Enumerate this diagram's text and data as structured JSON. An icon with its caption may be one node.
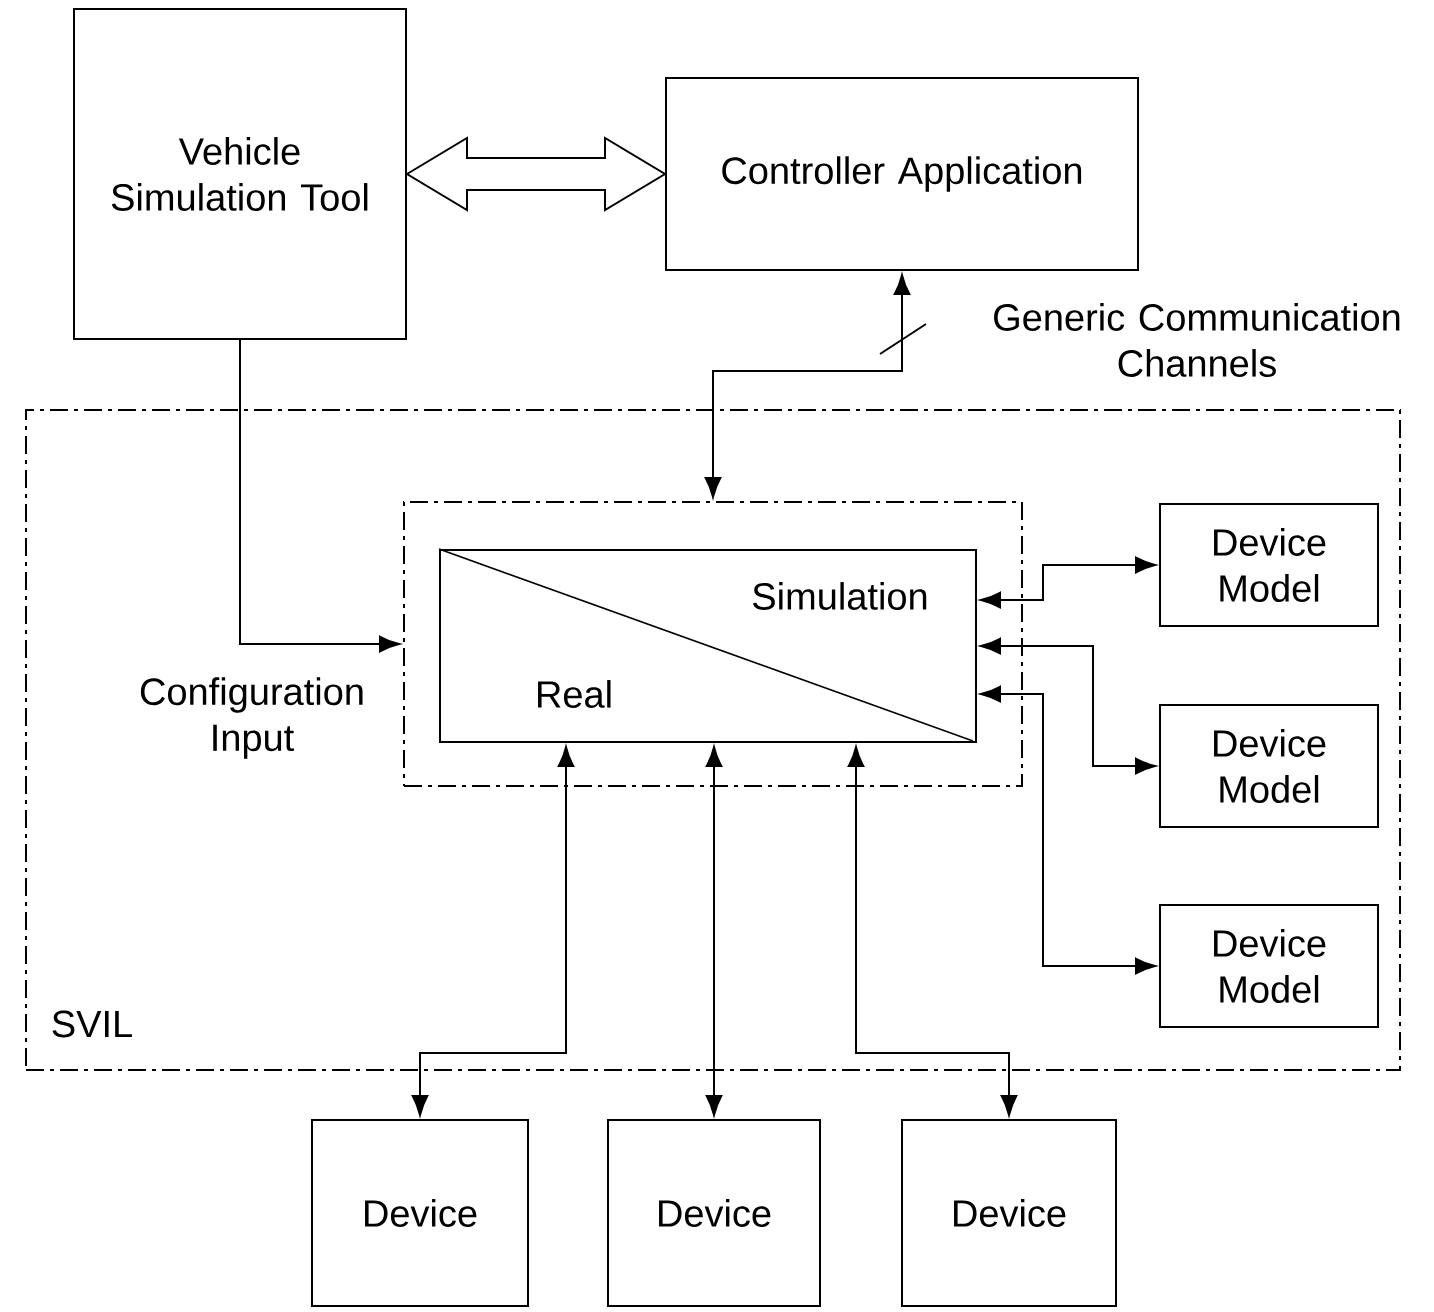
{
  "diagram": {
    "nodes": [
      {
        "text": [
          "Vehicle Simulation Tool"
        ]
      },
      {
        "text": [
          "Controller Application"
        ]
      },
      {
        "text": [
          "SVIL"
        ]
      },
      {
        "text": [],
        "shape": "box",
        "in": 2
      },
      {
        "text": [
          "Simulation",
          "Real"
        ],
        "in": 3
      },
      {
        "text": [
          "Device Model"
        ],
        "in": 2
      },
      {
        "text": [
          "Device Model"
        ],
        "in": 2
      },
      {
        "text": [
          "Device Model"
        ],
        "in": 2
      },
      {
        "text": [
          "Device"
        ]
      },
      {
        "text": [
          "Device"
        ]
      },
      {
        "text": [
          "Device"
        ]
      }
    ],
    "edges": [
      {
        "from": 0,
        "to": 1,
        "arrow": "both",
        "style": "thick"
      },
      {
        "from": 1,
        "to": 3,
        "arrow": "both",
        "label": "Generic Communication Channels"
      },
      {
        "from": 0,
        "to": 3,
        "arrow": "to",
        "label": "Configuration Input"
      },
      {
        "from": 4,
        "to": 5,
        "arrow": "both"
      },
      {
        "from": 4,
        "to": 6,
        "arrow": "both"
      },
      {
        "from": 4,
        "to": 7,
        "arrow": "both"
      },
      {
        "from": 4,
        "to": 8,
        "arrow": "both"
      },
      {
        "from": 4,
        "to": 9,
        "arrow": "both"
      },
      {
        "from": 4,
        "to": 10,
        "arrow": "both"
      }
    ]
  }
}
